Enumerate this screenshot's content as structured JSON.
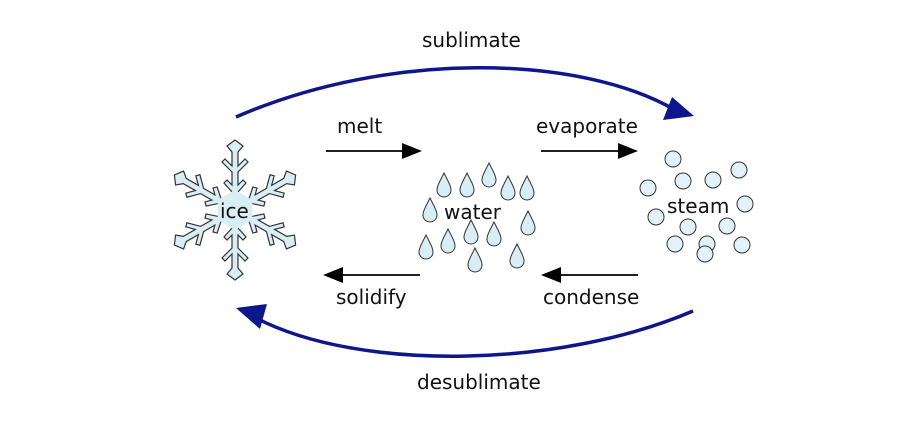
{
  "states": {
    "ice": "ice",
    "water": "water",
    "steam": "steam"
  },
  "processes": {
    "sublimate": "sublimate",
    "desublimate": "desublimate",
    "melt": "melt",
    "evaporate": "evaporate",
    "solidify": "solidify",
    "condense": "condense"
  },
  "colors": {
    "cycle_arrow": "#0d168c",
    "process_arrow": "#000000",
    "ice_fill": "#d8eef4",
    "ice_stroke": "#333333",
    "drop_fill": "#d8eef4",
    "bubble_fill": "#e2f2f8",
    "outline": "#333333"
  }
}
